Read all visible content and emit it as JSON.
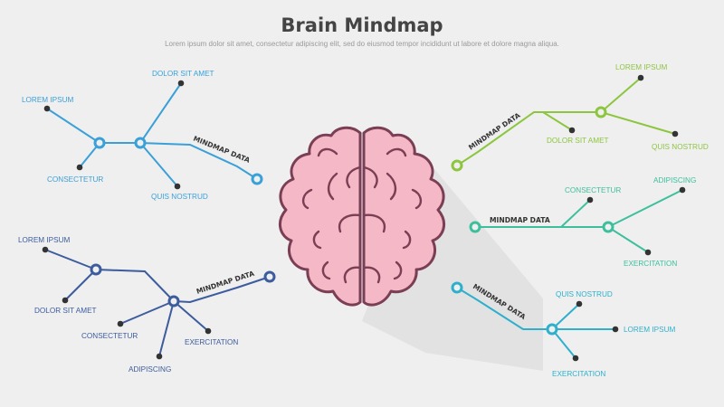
{
  "header": {
    "title": "Brain Mindmap",
    "subtitle": "Lorem ipsum dolor sit amet, consectetur adipiscing elit, sed do eiusmod tempor incididunt ut labore et dolore magna aliqua."
  },
  "colors": {
    "background": "#efefef",
    "brain_fill": "#f4b8c6",
    "brain_outline": "#7a3f54",
    "top_left": "#3aa0d8",
    "bottom_left": "#3c5c9e",
    "top_right": "#8cc63f",
    "middle_right": "#3dbf9c",
    "bottom_right": "#2eb0cc",
    "dot": "#333333"
  },
  "branches": {
    "top_left": {
      "connector": "MINDMAP DATA",
      "items": [
        "LOREM IPSUM",
        "DOLOR SIT AMET",
        "CONSECTETUR",
        "QUIS NOSTRUD"
      ]
    },
    "bottom_left": {
      "connector": "MINDMAP DATA",
      "items": [
        "LOREM IPSUM",
        "DOLOR SIT AMET",
        "CONSECTETUR",
        "ADIPISCING",
        "EXERCITATION"
      ]
    },
    "top_right": {
      "connector": "MINDMAP DATA",
      "items": [
        "LOREM IPSUM",
        "DOLOR SIT AMET",
        "QUIS NOSTRUD"
      ]
    },
    "middle_right": {
      "connector": "MINDMAP DATA",
      "items": [
        "CONSECTETUR",
        "ADIPISCING",
        "EXERCITATION"
      ]
    },
    "bottom_right": {
      "connector": "MINDMAP DATA",
      "items": [
        "QUIS NOSTRUD",
        "LOREM IPSUM",
        "EXERCITATION"
      ]
    }
  }
}
